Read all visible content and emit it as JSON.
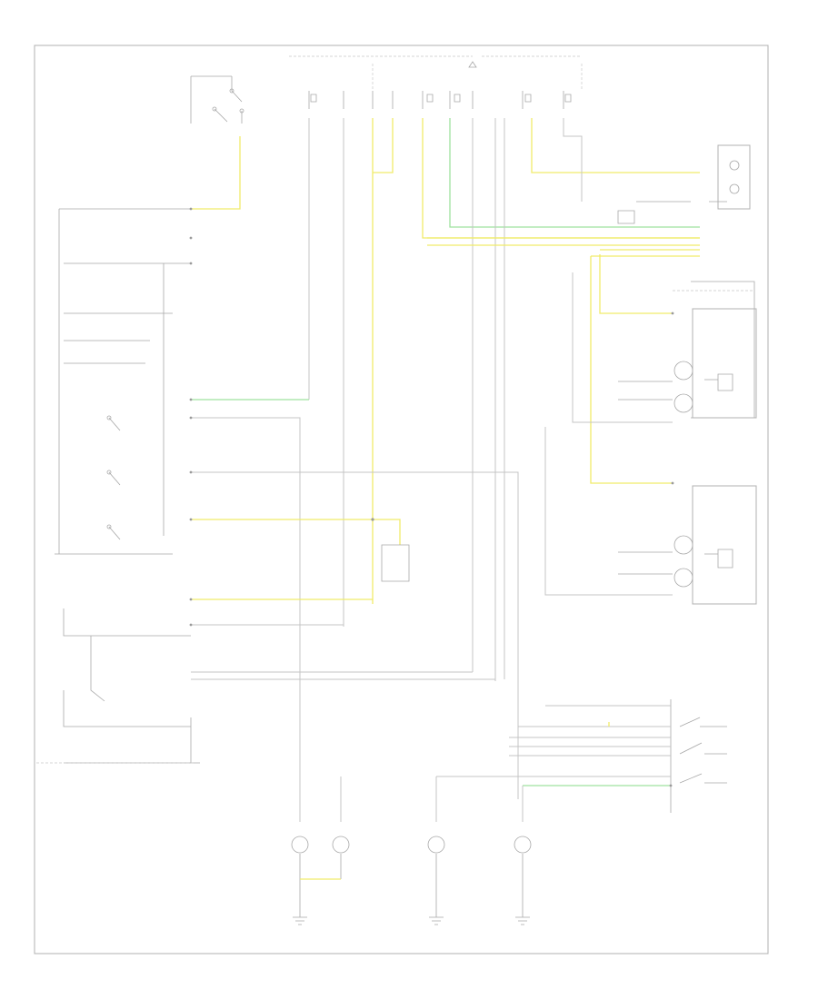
{
  "diagram": {
    "footer_code": "",
    "colors": {
      "frame": "#b0b0b0",
      "wire_gray": "#c4c4c4",
      "wire_yellow": "#f0ec6a",
      "wire_green": "#9fe29f",
      "component": "#a8a8a8"
    },
    "components": [
      {
        "id": "hot-at-all-times-fuse-box",
        "label": ""
      },
      {
        "id": "ignition-switch",
        "label": ""
      },
      {
        "id": "fuse-relay-block",
        "label": ""
      },
      {
        "id": "instrument-cluster",
        "label": ""
      },
      {
        "id": "light-control-module",
        "label": ""
      },
      {
        "id": "left-headlight-assembly",
        "label": ""
      },
      {
        "id": "right-headlight-assembly",
        "label": ""
      },
      {
        "id": "headlight-switch",
        "label": ""
      },
      {
        "id": "daytime-running-light-module",
        "label": ""
      },
      {
        "id": "instrument-panel-junction",
        "label": ""
      },
      {
        "id": "left-fog-light",
        "label": ""
      },
      {
        "id": "right-fog-light",
        "label": ""
      },
      {
        "id": "left-high-beam",
        "label": ""
      },
      {
        "id": "right-high-beam",
        "label": ""
      },
      {
        "id": "ground-g1",
        "label": ""
      },
      {
        "id": "ground-g2",
        "label": ""
      },
      {
        "id": "ground-g3",
        "label": ""
      }
    ]
  }
}
